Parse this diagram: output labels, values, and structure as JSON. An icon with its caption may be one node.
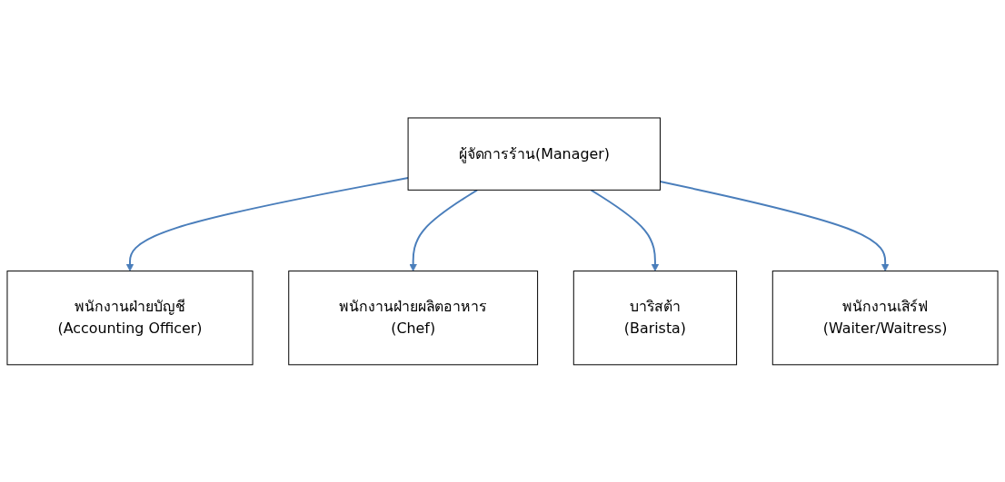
{
  "diagram": {
    "nodes": [
      {
        "text": [
          "ผู้จัดการร้าน(Manager)"
        ]
      },
      {
        "text": [
          "พนักงานฝ่ายบัญชี",
          "(Accounting Officer)"
        ]
      },
      {
        "text": [
          "พนักงานฝ่ายผลิตอาหาร",
          "(Chef)"
        ]
      },
      {
        "text": [
          "บาริสต้า",
          "(Barista)"
        ]
      },
      {
        "text": [
          "พนักงานเสิร์ฟ",
          "(Waiter/Waitress)"
        ]
      }
    ],
    "edges": [
      {
        "from": 0,
        "to": 1,
        "arrow": "to",
        "color": "#4a7ebb"
      },
      {
        "from": 0,
        "to": 2,
        "arrow": "to",
        "color": "#4a7ebb"
      },
      {
        "from": 0,
        "to": 3,
        "arrow": "to",
        "color": "#4a7ebb"
      },
      {
        "from": 0,
        "to": 4,
        "arrow": "to",
        "color": "#4a7ebb"
      }
    ]
  }
}
